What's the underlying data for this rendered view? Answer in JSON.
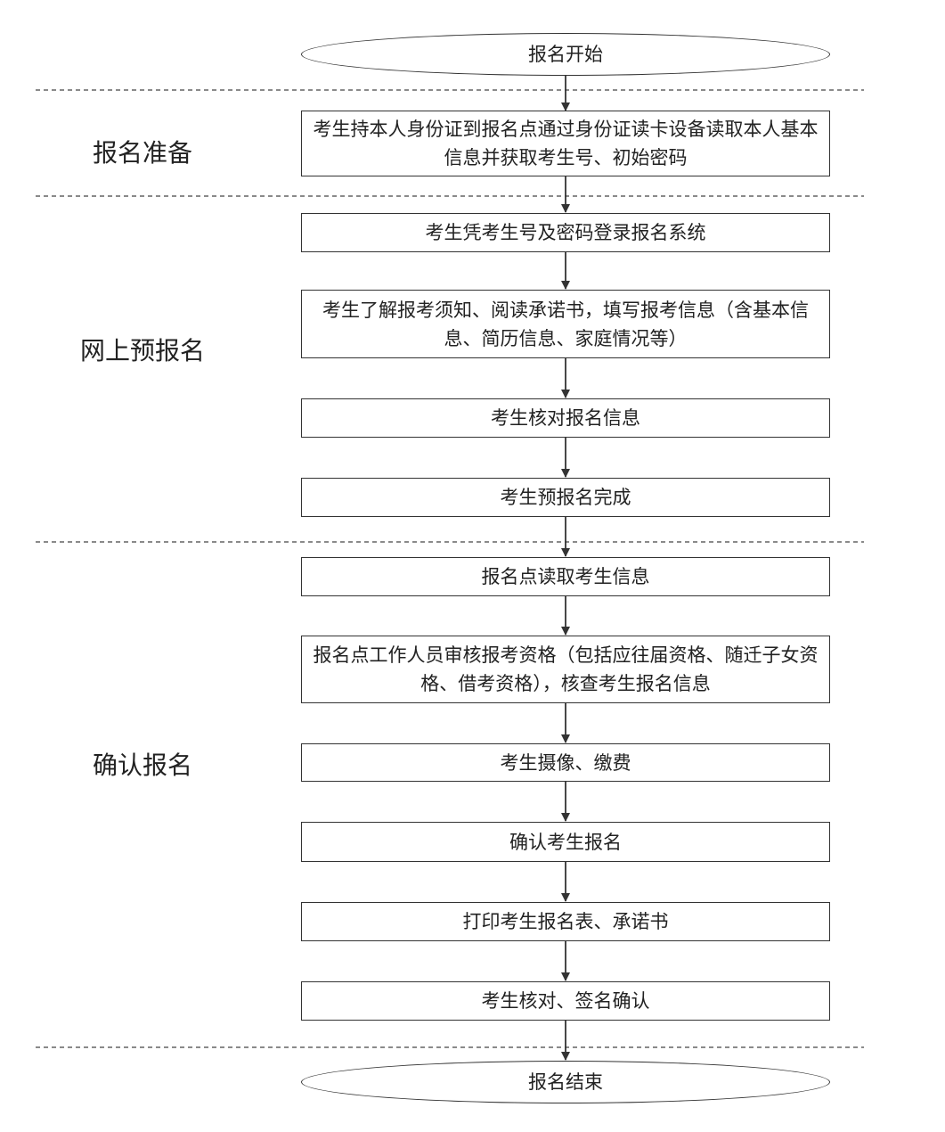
{
  "start_label": "报名开始",
  "end_label": "报名结束",
  "phases": [
    {
      "label": "报名准备"
    },
    {
      "label": "网上预报名"
    },
    {
      "label": "确认报名"
    }
  ],
  "steps": [
    {
      "text": "考生持本人身份证到报名点通过身份证读卡设备读取本人基本信息并获取考生号、初始密码"
    },
    {
      "text": "考生凭考生号及密码登录报名系统"
    },
    {
      "text": "考生了解报考须知、阅读承诺书，填写报考信息（含基本信息、简历信息、家庭情况等）"
    },
    {
      "text": "考生核对报名信息"
    },
    {
      "text": "考生预报名完成"
    },
    {
      "text": "报名点读取考生信息"
    },
    {
      "text": "报名点工作人员审核报考资格（包括应往届资格、随迁子女资格、借考资格），核查考生报名信息"
    },
    {
      "text": "考生摄像、缴费"
    },
    {
      "text": "确认考生报名"
    },
    {
      "text": "打印考生报名表、承诺书"
    },
    {
      "text": "考生核对、签名确认"
    }
  ],
  "colors": {
    "stroke": "#333333",
    "text": "#222222",
    "divider": "#444444"
  }
}
